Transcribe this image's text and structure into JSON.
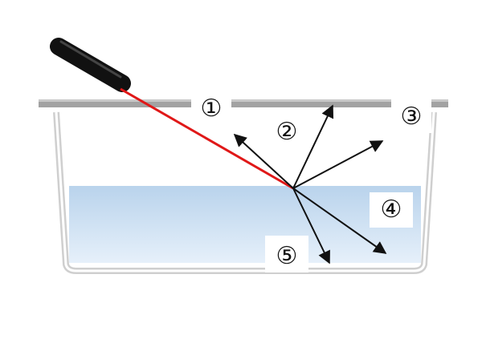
{
  "labels": {
    "ray1": "①",
    "ray2": "②",
    "ray3": "③",
    "ray4": "④",
    "ray5": "⑤"
  },
  "colors": {
    "laser_beam": "#e01818",
    "laser_pointer": "#111111",
    "water": "#c7dcef",
    "container_outline": "#c9c9c9",
    "lid": "#9a9a9a",
    "arrow": "#111111"
  }
}
